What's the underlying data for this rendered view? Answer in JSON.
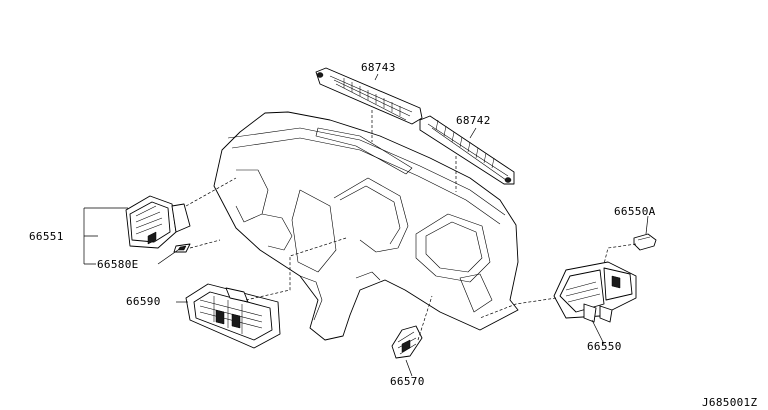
{
  "diagram": {
    "part_numbers": {
      "p68743": "68743",
      "p68742": "68742",
      "p66550A": "66550A",
      "p66551": "66551",
      "p66580E": "66580E",
      "p66590": "66590",
      "p66550": "66550",
      "p66570": "66570"
    },
    "figure_code": "J685001Z"
  }
}
